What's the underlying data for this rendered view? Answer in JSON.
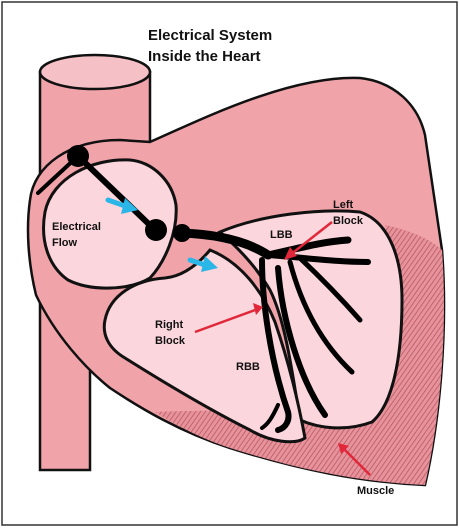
{
  "title": {
    "line1": "Electrical System",
    "line2": "Inside the Heart"
  },
  "labels": {
    "electrical_flow_line1": "Electrical",
    "electrical_flow_line2": "Flow",
    "lbb": "LBB",
    "left_block_line1": "Left",
    "left_block_line2": "Block",
    "right_block_line1": "Right",
    "right_block_line2": "Block",
    "rbb": "RBB",
    "muscle": "Muscle"
  },
  "colors": {
    "heart_dark": "#f0a4aa",
    "heart_light": "#fbd6dc",
    "conduction": "#000000",
    "arrow_blue": "#2bb6e8",
    "pointer_red": "#e0283a",
    "muscle_hatch": "#b4505c"
  }
}
